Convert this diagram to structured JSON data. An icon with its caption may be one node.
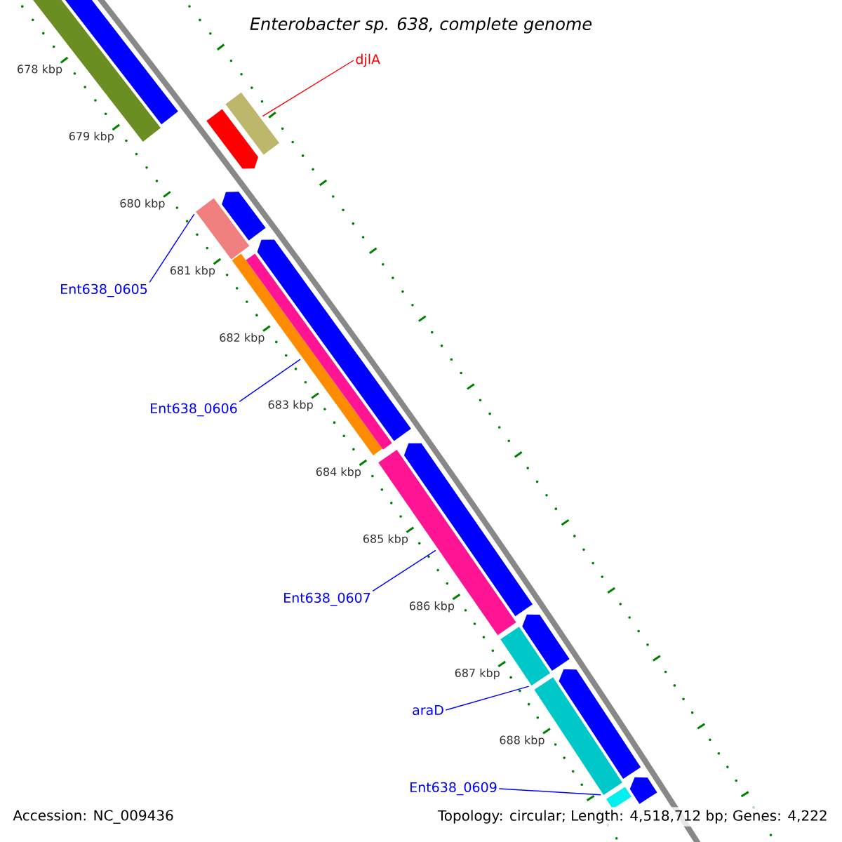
{
  "diagram": {
    "title": "Enterobacter sp. 638, complete genome",
    "nodes": [
      {
        "text": [
          "djlA"
        ]
      },
      {
        "text": [
          "Ent638_0605"
        ]
      },
      {
        "text": [
          "Ent638_0606"
        ]
      },
      {
        "text": [
          "Ent638_0607"
        ]
      },
      {
        "text": [
          "araD"
        ]
      },
      {
        "text": [
          "Ent638_0609"
        ]
      },
      {
        "text": [],
        "shape": "bar"
      },
      {
        "text": [],
        "shape": "bar"
      },
      {
        "text": [],
        "shape": "bar"
      },
      {
        "text": [],
        "shape": "bar"
      },
      {
        "text": [],
        "shape": "bar"
      },
      {
        "text": [],
        "shape": "bar"
      },
      {
        "text": [],
        "shape": "bar"
      },
      {
        "text": [],
        "shape": "bar"
      },
      {
        "text": [],
        "shape": "bar"
      },
      {
        "text": [],
        "shape": "bar"
      },
      {
        "text": [],
        "shape": "bar"
      },
      {
        "text": [],
        "shape": "bar"
      },
      {
        "text": [],
        "shape": "bar"
      },
      {
        "text": [],
        "shape": "bar"
      },
      {
        "text": [],
        "shape": "bar"
      },
      {
        "text": [],
        "shape": "bar"
      },
      {
        "text": [],
        "shape": "bar"
      }
    ],
    "edges": [
      {
        "from": 0,
        "to": 8,
        "arrow": "none",
        "color": "#ff0000"
      },
      {
        "from": 1,
        "to": 11,
        "arrow": "none"
      },
      {
        "from": 2,
        "to": 13,
        "arrow": "none"
      },
      {
        "from": 3,
        "to": 16,
        "arrow": "none"
      },
      {
        "from": 4,
        "to": 18,
        "arrow": "none"
      },
      {
        "from": 5,
        "to": 20,
        "arrow": "none"
      }
    ],
    "labels": [
      "678 kbp",
      "679 kbp",
      "680 kbp",
      "681 kbp",
      "682 kbp",
      "683 kbp",
      "684 kbp",
      "685 kbp",
      "686 kbp",
      "687 kbp",
      "688 kbp",
      "Accession: NC_009436",
      "Topology: circular; Length: 4,518,712 bp; Genes: 4,222"
    ]
  }
}
